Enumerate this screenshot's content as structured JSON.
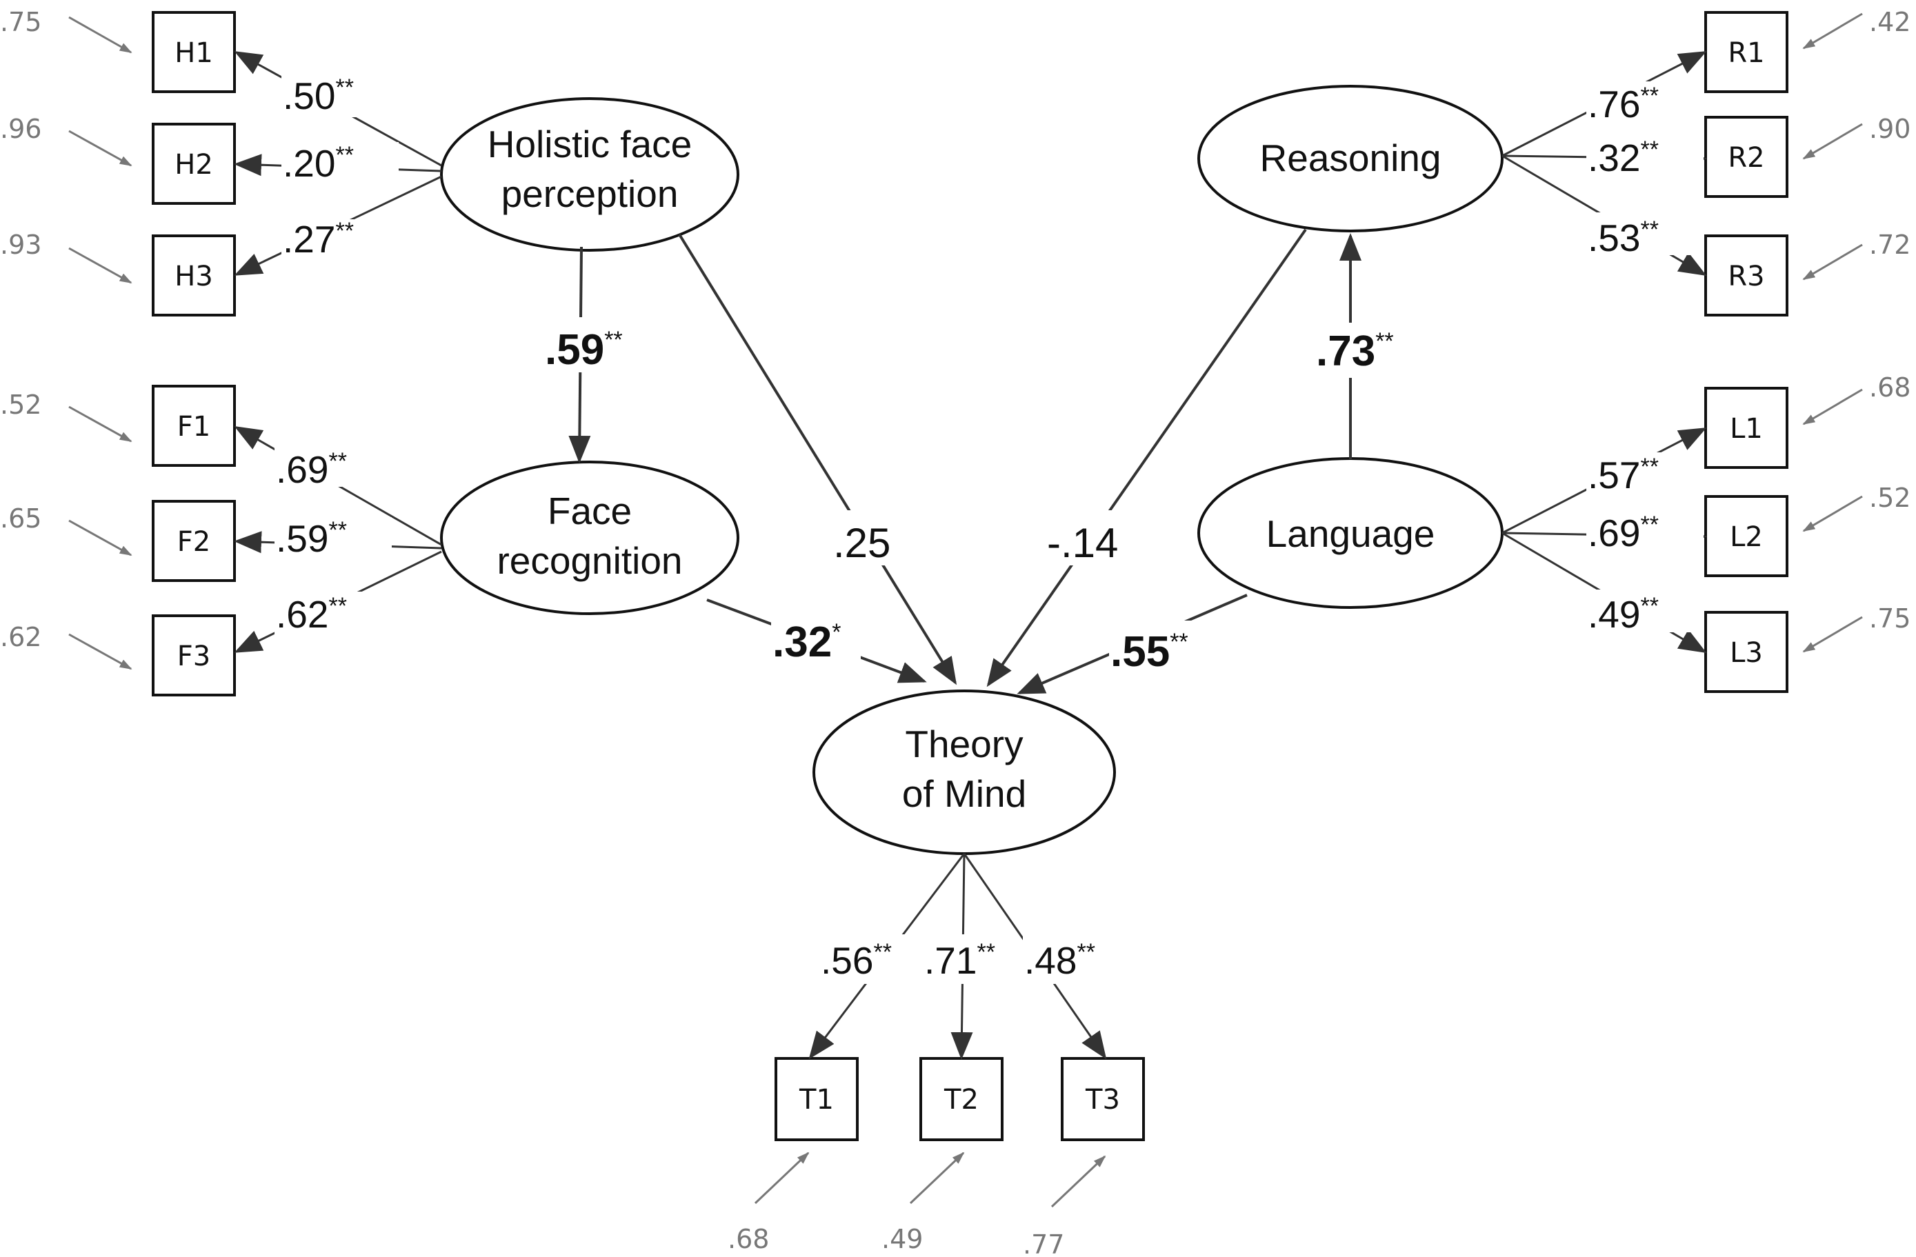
{
  "latents": {
    "holistic": [
      "Holistic face",
      "perception"
    ],
    "face": [
      "Face",
      "recognition"
    ],
    "tom": [
      "Theory",
      "of Mind"
    ],
    "reasoning": [
      "Reasoning"
    ],
    "language": [
      "Language"
    ]
  },
  "indicators": {
    "H1": "H1",
    "H2": "H2",
    "H3": "H3",
    "F1": "F1",
    "F2": "F2",
    "F3": "F3",
    "R1": "R1",
    "R2": "R2",
    "R3": "R3",
    "L1": "L1",
    "L2": "L2",
    "L3": "L3",
    "T1": "T1",
    "T2": "T2",
    "T3": "T3"
  },
  "loadings": {
    "H1": {
      "value": ".50",
      "sig": "**"
    },
    "H2": {
      "value": ".20",
      "sig": "**"
    },
    "H3": {
      "value": ".27",
      "sig": "**"
    },
    "F1": {
      "value": ".69",
      "sig": "**"
    },
    "F2": {
      "value": ".59",
      "sig": "**"
    },
    "F3": {
      "value": ".62",
      "sig": "**"
    },
    "R1": {
      "value": ".76",
      "sig": "**"
    },
    "R2": {
      "value": ".32",
      "sig": "**"
    },
    "R3": {
      "value": ".53",
      "sig": "**"
    },
    "L1": {
      "value": ".57",
      "sig": "**"
    },
    "L2": {
      "value": ".69",
      "sig": "**"
    },
    "L3": {
      "value": ".49",
      "sig": "**"
    },
    "T1": {
      "value": ".56",
      "sig": "**"
    },
    "T2": {
      "value": ".71",
      "sig": "**"
    },
    "T3": {
      "value": ".48",
      "sig": "**"
    }
  },
  "errors": {
    "H1": ".75",
    "H2": ".96",
    "H3": ".93",
    "F1": ".52",
    "F2": ".65",
    "F3": ".62",
    "R1": ".42",
    "R2": ".90",
    "R3": ".72",
    "L1": ".68",
    "L2": ".52",
    "L3": ".75",
    "T1": ".68",
    "T2": ".49",
    "T3": ".77"
  },
  "paths": {
    "holistic_face": {
      "value": ".59",
      "sig": "**"
    },
    "holistic_tom": {
      "value": ".25",
      "sig": ""
    },
    "face_tom": {
      "value": ".32",
      "sig": "*"
    },
    "reasoning_tom": {
      "value": "-.14",
      "sig": ""
    },
    "language_reasoning": {
      "value": ".73",
      "sig": "**"
    },
    "language_tom": {
      "value": ".55",
      "sig": "**"
    }
  },
  "colors": {
    "line": "#333333",
    "error": "#777777"
  }
}
